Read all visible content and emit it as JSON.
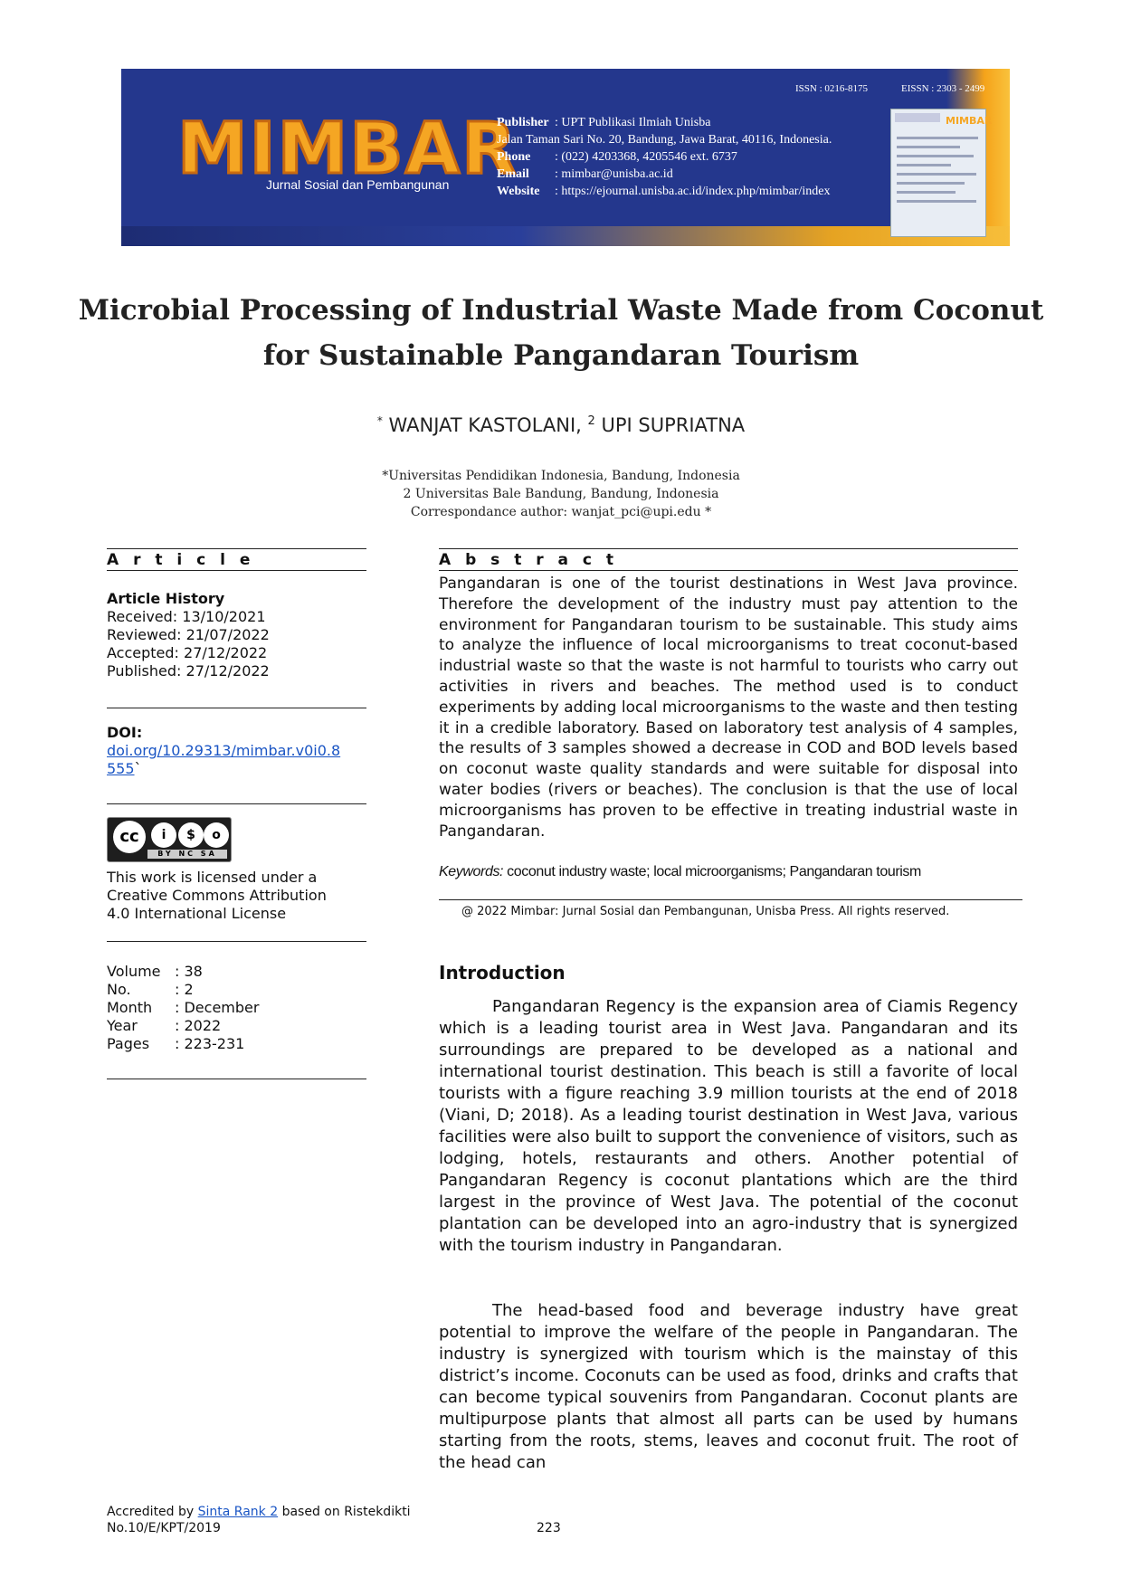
{
  "banner": {
    "logo": "MIMBAR",
    "subtitle": "Jurnal Sosial dan Pembangunan",
    "issn": "ISSN : 0216-8175",
    "eissn": "EISSN : 2303 - 2499",
    "publisher_label": "Publisher",
    "publisher_value": ": UPT Publikasi Ilmiah Unisba",
    "address": "Jalan Taman Sari No. 20, Bandung, Jawa Barat, 40116, Indonesia.",
    "phone_label": "Phone",
    "phone_value": ": (022) 4203368, 4205546 ext. 6737",
    "email_label": "Email",
    "email_value": ": mimbar@unisba.ac.id",
    "website_label": "Website",
    "website_value": ": https://ejournal.unisba.ac.id/index.php/mimbar/index",
    "cover_mark": "MIMBAR"
  },
  "title_line1": "Microbial Processing of Industrial Waste Made from Coconut",
  "title_line2": "for Sustainable Pangandaran Tourism",
  "authors": {
    "mark1": "*",
    "name1": " WANJAT KASTOLANI, ",
    "mark2": "2",
    "name2": " UPI SUPRIATNA"
  },
  "affiliations": [
    "*Universitas Pendidikan Indonesia, Bandung, Indonesia",
    "2 Universitas Bale Bandung, Bandung, Indonesia",
    "Correspondance author: wanjat_pci@upi.edu *"
  ],
  "article": {
    "heading": "A r t i c l e",
    "history_heading": "Article History",
    "history": [
      "Received: 13/10/2021",
      "Reviewed: 21/07/2022",
      "Accepted: 27/12/2022",
      "Published: 27/12/2022"
    ],
    "doi_label": "DOI:",
    "doi_line1": "doi.org/10.29313/mimbar.v0i0.8",
    "doi_line2": "555",
    "doi_tick": "`",
    "cc_badge": {
      "c1": "cc",
      "c2": "i",
      "c3": "$",
      "c4": "o",
      "strip": "BY NC SA"
    },
    "license": [
      "This work is licensed under a",
      "Creative Commons Attribution",
      "4.0 International License"
    ],
    "meta": [
      {
        "label": "Volume",
        "value": ": 38"
      },
      {
        "label": "No.",
        "value": ": 2"
      },
      {
        "label": "Month",
        "value": ": December"
      },
      {
        "label": "Year",
        "value": ": 2022"
      },
      {
        "label": "Pages",
        "value": ": 223-231"
      }
    ]
  },
  "abstract": {
    "heading": "A b s t r a c t",
    "text": "Pangandaran is one of the tourist destinations in West Java province. Therefore the development of the industry must pay attention to the environment for Pangandaran tourism to be sustainable. This study aims to analyze the influence of local microorganisms to treat coconut-based industrial waste so that the waste is not harmful to tourists who carry out activities in rivers and beaches. The method used is to conduct experiments by adding local microorganisms to the waste and then testing it in a credible laboratory. Based on laboratory test analysis of 4 samples, the results of 3 samples showed a decrease in COD and BOD levels based on coconut waste quality standards and were suitable for disposal into water bodies (rivers or beaches). The conclusion is that the use of local microorganisms has proven to be effective in treating industrial waste in Pangandaran.",
    "keywords_label": "Keywords:",
    "keywords": " coconut industry waste; local microorganisms; Pangandaran tourism",
    "copyright": "@ 2022 Mimbar: Jurnal Sosial dan Pembangunan, Unisba Press. All rights reserved."
  },
  "introduction": {
    "heading": "Introduction",
    "p1": "Pangandaran Regency is the expansion area of Ciamis Regency which is a leading tourist area in West Java. Pangandaran and its surroundings are prepared to be developed as a national and international tourist destination. This beach is still a favorite of local tourists with a figure reaching 3.9 million tourists at the end of 2018 (Viani, D; 2018). As a leading tourist destination in West Java, various facilities were also built to support the convenience of visitors, such as lodging, hotels, restaurants and others. Another potential of Pangandaran Regency is coconut plantations which are the third largest in the province of West Java. The potential of the coconut plantation can be developed into an agro-industry that is synergized with the tourism industry in Pangandaran.",
    "p2": "The head-based food and beverage industry have great potential to improve the welfare of the people in Pangandaran. The industry is synergized with tourism which is the mainstay of this district’s income. Coconuts can be used as food, drinks and crafts that can become typical souvenirs from Pangandaran. Coconut plants are multipurpose plants that almost all parts can be used by humans starting from the roots, stems, leaves and coconut fruit. The root of the head can"
  },
  "footer": {
    "accredited_prefix": "Accredited by ",
    "accredited_link": "Sinta Rank 2",
    "accredited_suffix": " based on Ristekdikti",
    "decree": "No.10/E/KPT/2019",
    "page_number": "223"
  }
}
